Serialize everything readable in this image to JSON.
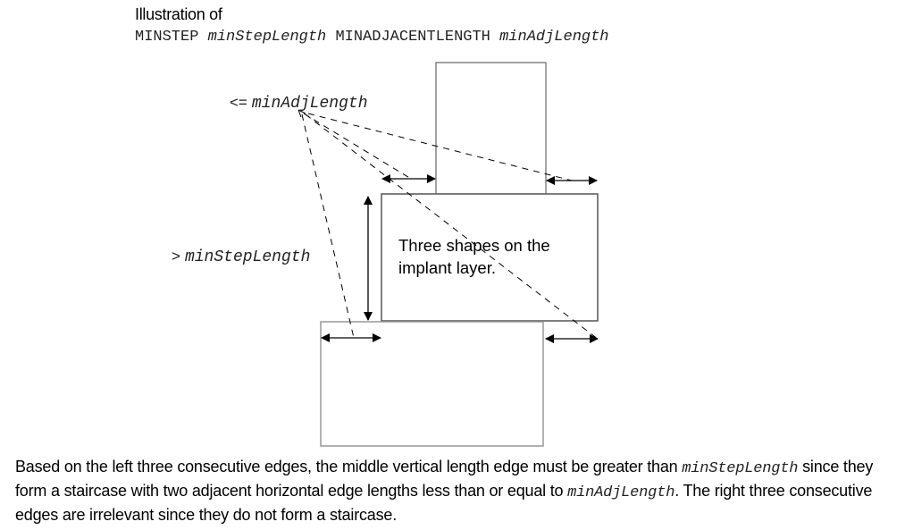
{
  "title": {
    "line1": "Illustration of",
    "keyword1": "MINSTEP",
    "param1": "minStepLength",
    "keyword2": "MINADJACENTLENGTH",
    "param2": "minAdjLength"
  },
  "labels": {
    "adj_operator": "<=",
    "adj_param": "minAdjLength",
    "step_operator": ">",
    "step_param": "minStepLength"
  },
  "shapes": {
    "caption": "Three shapes on the implant layer.",
    "items": [
      {
        "name": "top-shape"
      },
      {
        "name": "middle-shape"
      },
      {
        "name": "bottom-shape"
      }
    ],
    "stroke_color": "#666666"
  },
  "paragraph": {
    "text1": "Based on the left three consecutive edges, the middle vertical length edge must be greater than ",
    "param1": "minStepLength",
    "text2": " since they form a staircase with two adjacent horizontal edge lengths less than or equal to ",
    "param2": "minAdjLength",
    "text3": ". The right three consecutive edges are irrelevant since they do not form a staircase."
  }
}
